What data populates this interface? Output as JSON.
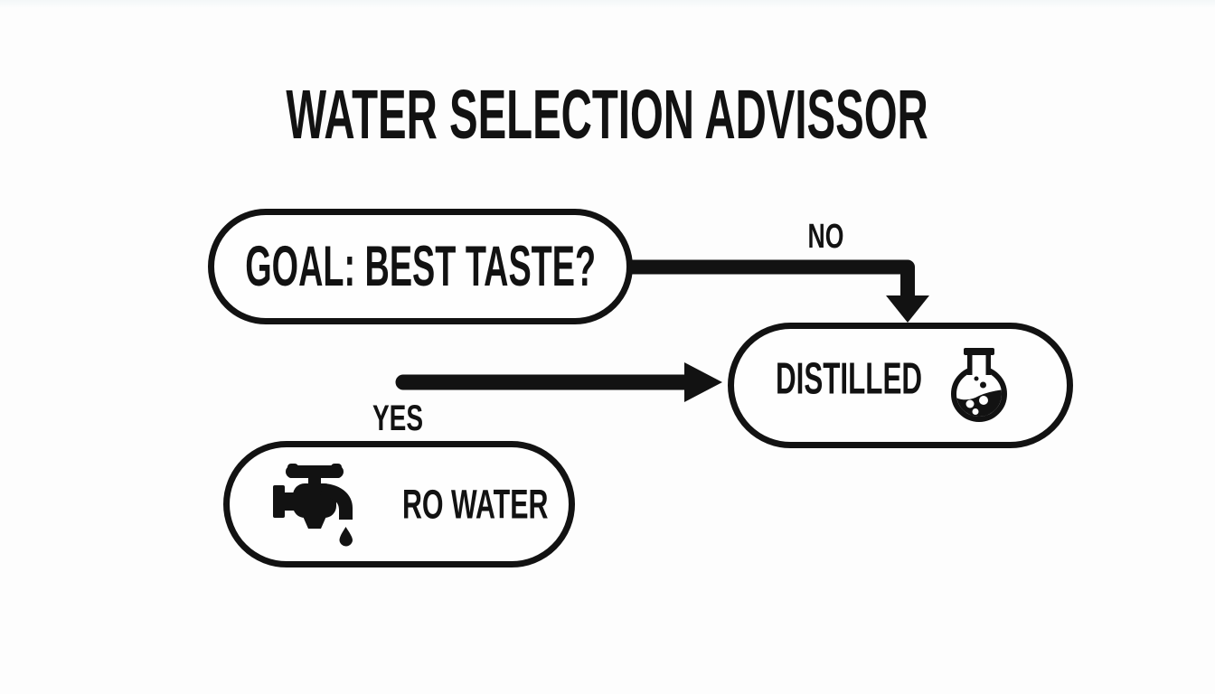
{
  "title": "WATER SELECTION ADVISSOR",
  "colors": {
    "ink": "#121212",
    "background": "#fdfdfd",
    "node_fill": "#fefefe"
  },
  "nodes": {
    "goal": {
      "label": "GOAL: BEST TASTE?"
    },
    "distilled": {
      "label": "DISTILLED",
      "icon": "flask-icon"
    },
    "ro_water": {
      "label": "RO WATER",
      "icon": "faucet-icon"
    }
  },
  "edges": {
    "no": {
      "label": "NO",
      "from": "goal",
      "to": "distilled",
      "shape": "right-then-down-arrow"
    },
    "yes": {
      "label": "YES",
      "to": "distilled",
      "shape": "right-arrow"
    }
  }
}
